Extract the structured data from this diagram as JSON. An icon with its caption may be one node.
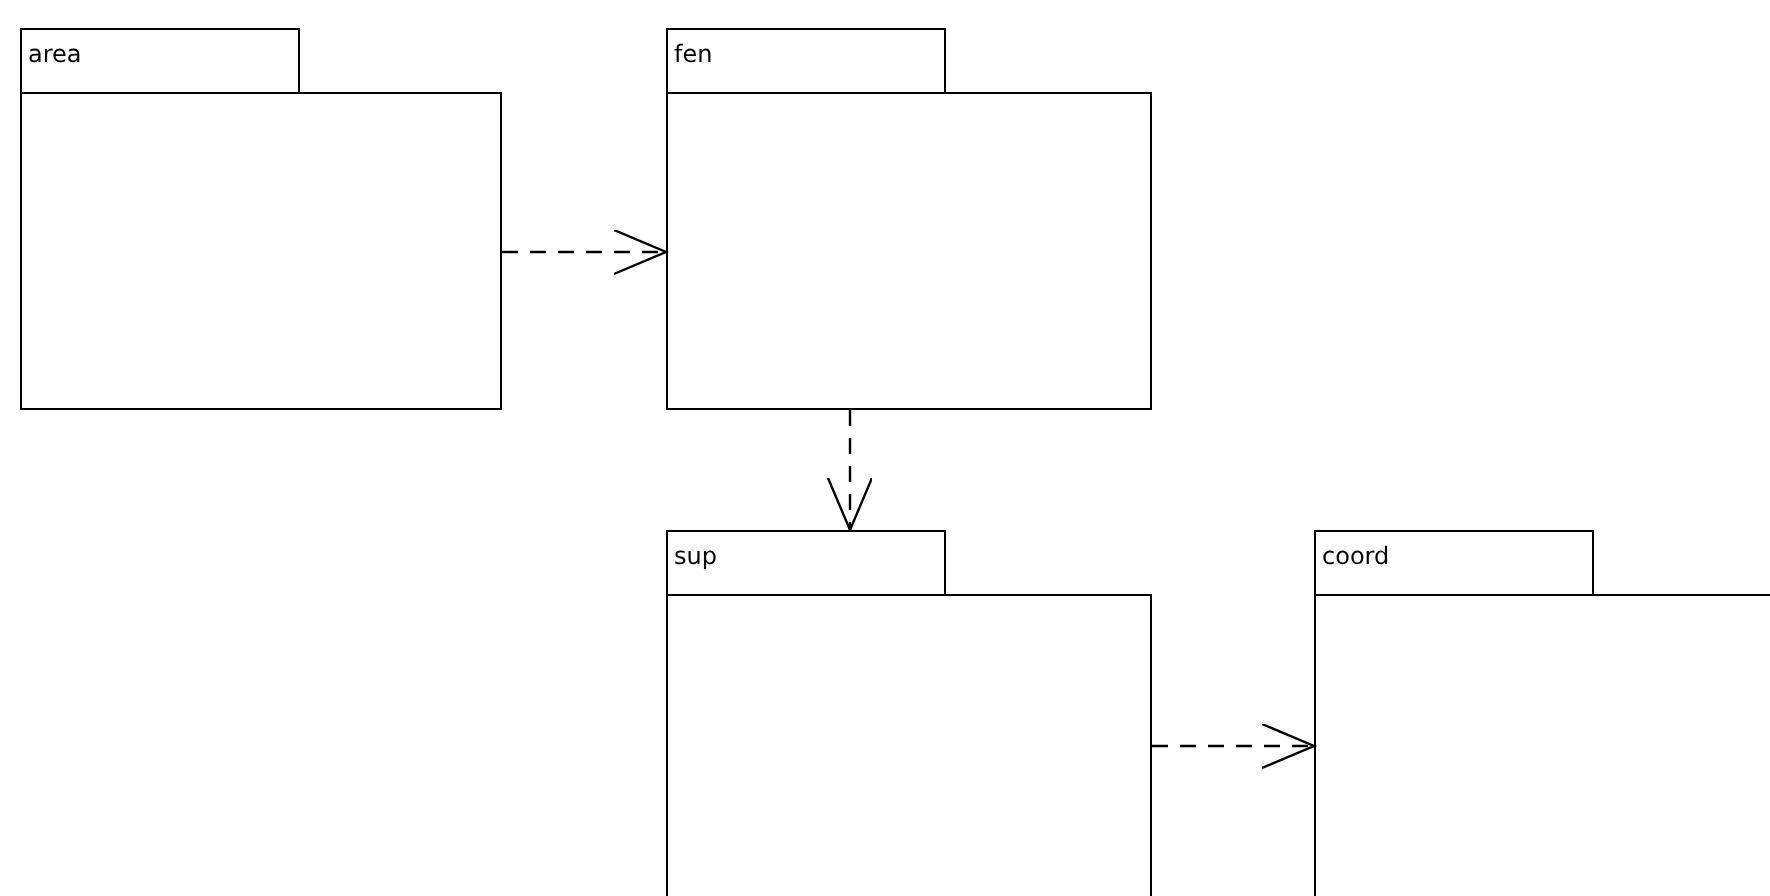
{
  "diagram": {
    "nodes": [
      {
        "text": [
          "area"
        ]
      },
      {
        "text": [
          "fen"
        ]
      },
      {
        "text": [
          "sup"
        ]
      },
      {
        "text": [
          "coord"
        ]
      }
    ],
    "edges": [
      {
        "from": 0,
        "to": 1,
        "arrow": "to",
        "style": "dashed"
      },
      {
        "from": 1,
        "to": 2,
        "arrow": "to",
        "style": "dashed"
      },
      {
        "from": 2,
        "to": 3,
        "arrow": "to",
        "style": "dashed"
      }
    ]
  }
}
